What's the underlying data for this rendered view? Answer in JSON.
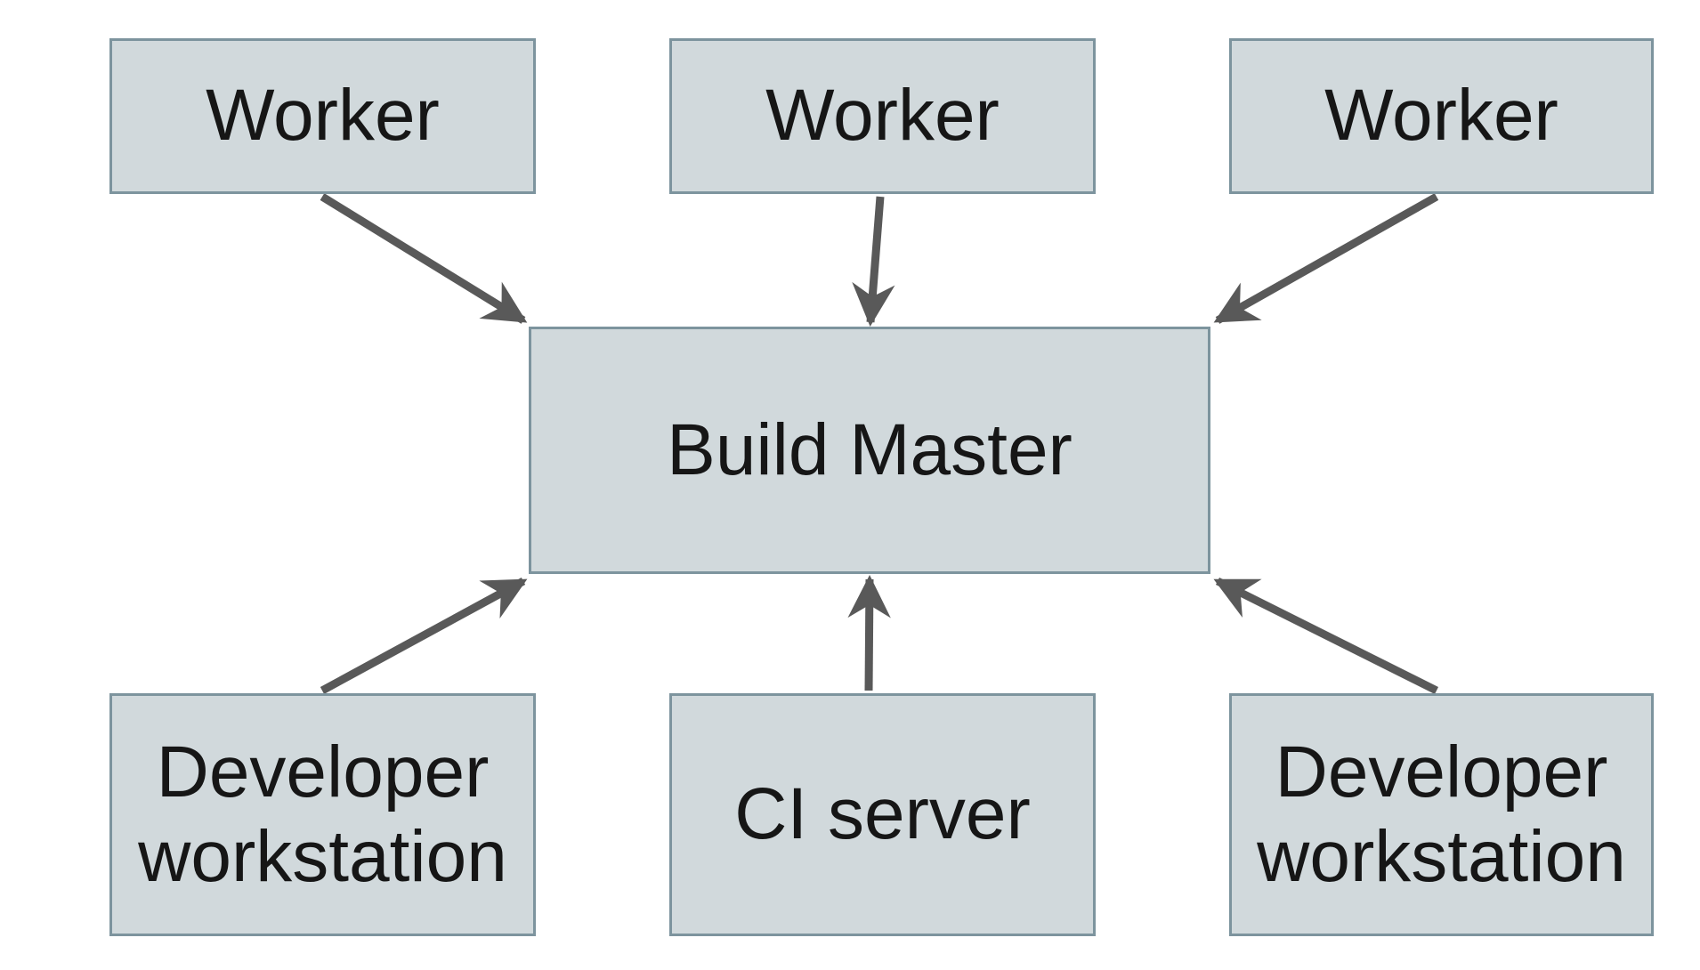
{
  "diagram": {
    "description": "Build system architecture diagram",
    "nodes": [
      {
        "id": "worker-1",
        "label": "Worker"
      },
      {
        "id": "worker-2",
        "label": "Worker"
      },
      {
        "id": "worker-3",
        "label": "Worker"
      },
      {
        "id": "build-master",
        "label": "Build Master"
      },
      {
        "id": "developer-workstation-1",
        "label": "Developer workstation"
      },
      {
        "id": "ci-server",
        "label": "CI server"
      },
      {
        "id": "developer-workstation-2",
        "label": "Developer workstation"
      }
    ],
    "edges": [
      {
        "from": "worker-1",
        "to": "build-master"
      },
      {
        "from": "worker-2",
        "to": "build-master"
      },
      {
        "from": "worker-3",
        "to": "build-master"
      },
      {
        "from": "developer-workstation-1",
        "to": "build-master"
      },
      {
        "from": "ci-server",
        "to": "build-master"
      },
      {
        "from": "developer-workstation-2",
        "to": "build-master"
      }
    ],
    "colors": {
      "node_fill": "#d1d9dc",
      "node_border": "#7d949e",
      "arrow": "#595959",
      "text": "#161616",
      "background": "#ffffff"
    }
  }
}
